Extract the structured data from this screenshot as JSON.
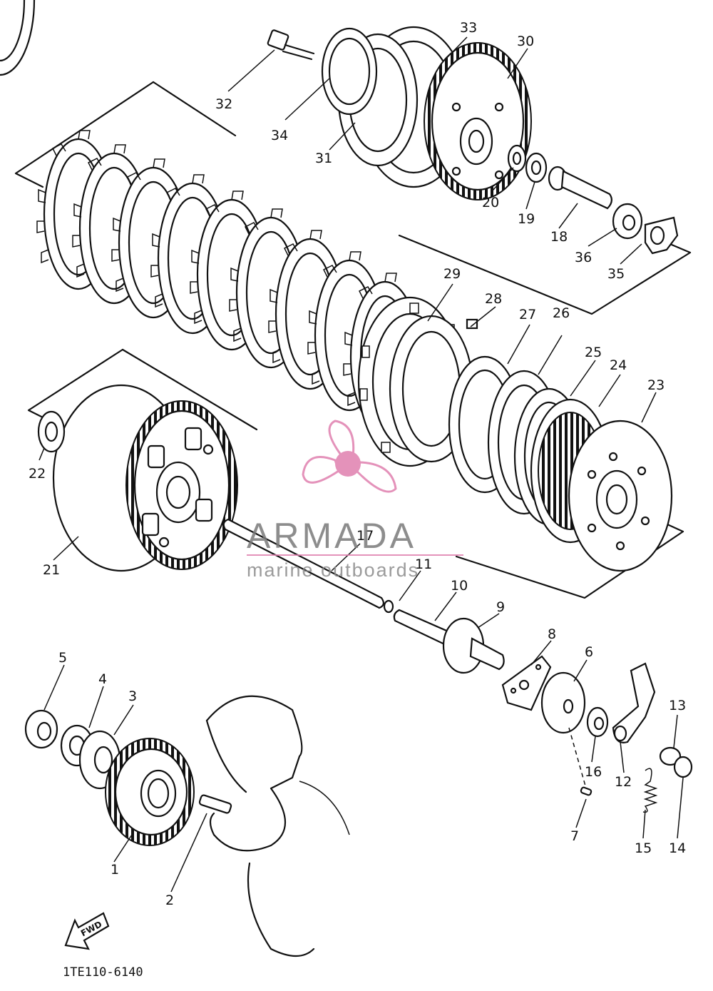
{
  "diagram": {
    "code": "1TE110-6140",
    "fwd_label": "FWD",
    "labels": [
      "1",
      "2",
      "3",
      "4",
      "5",
      "6",
      "7",
      "8",
      "9",
      "10",
      "11",
      "12",
      "13",
      "14",
      "15",
      "16",
      "17",
      "18",
      "19",
      "20",
      "21",
      "22",
      "23",
      "24",
      "25",
      "26",
      "27",
      "28",
      "29",
      "30",
      "31",
      "32",
      "33",
      "34",
      "35",
      "36"
    ]
  },
  "watermark": {
    "title": "ARMADA",
    "subtitle": "marine outboards",
    "color": "#e07fae"
  }
}
